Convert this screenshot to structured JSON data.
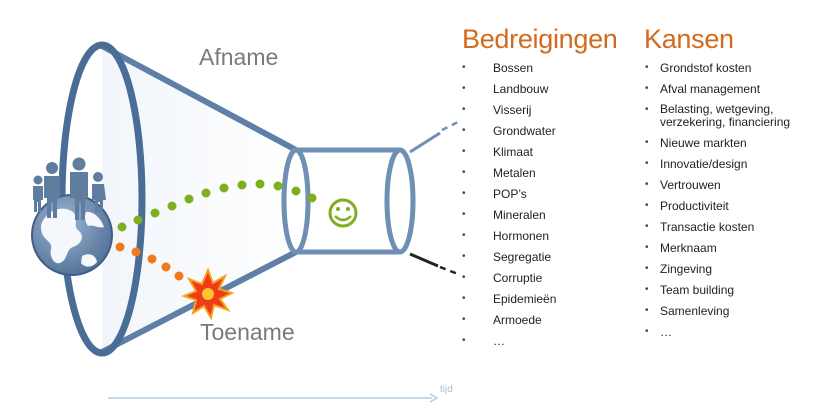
{
  "labels": {
    "decrease": "Afname",
    "increase": "Toename",
    "time": "tijd"
  },
  "threats": {
    "title": "Bedreigingen",
    "items": [
      "Bossen",
      "Landbouw",
      "Visserij",
      "Grondwater",
      "Klimaat",
      "Metalen",
      "POP’s",
      "Mineralen",
      "Hormonen",
      "Segregatie",
      "Corruptie",
      "Epidemieën",
      "Armoede",
      "…"
    ]
  },
  "opportunities": {
    "title": "Kansen",
    "items": [
      "Grondstof kosten",
      "Afval management",
      "Belasting, wetgeving, verzekering, financiering",
      "Nieuwe markten",
      "Innovatie/design",
      "Vertrouwen",
      "Productiviteit",
      "Transactie kosten",
      "Merknaam",
      "Zingeving",
      "Team building",
      "Samenleving",
      "…"
    ]
  },
  "colors": {
    "funnel": "#6f8fb5",
    "green_path": "#7fae1e",
    "orange_path": "#ee7a1c",
    "heading": "#d46a1d",
    "smiley": "#7fae1e"
  },
  "icons": [
    "globe-icon",
    "family-icon",
    "smiley-icon",
    "explosion-icon"
  ]
}
